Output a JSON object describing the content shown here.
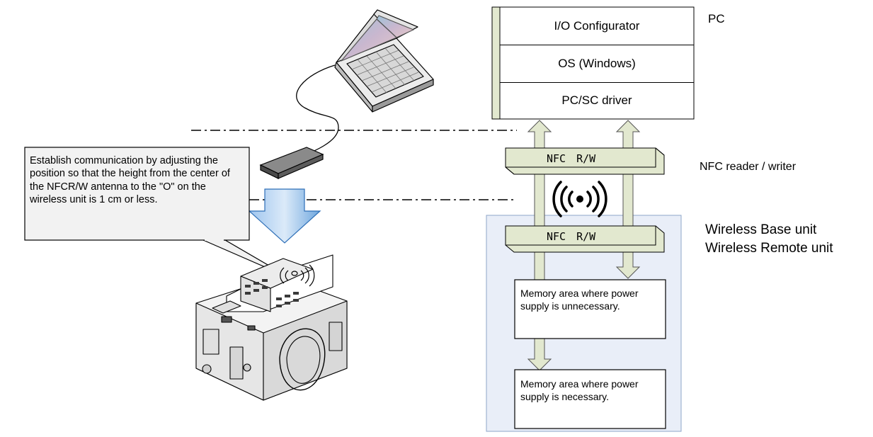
{
  "pc": {
    "label": "PC",
    "layers": [
      "I/O Configurator",
      "OS (Windows)",
      "PC/SC driver"
    ]
  },
  "nfc_rw": {
    "top_label": "NFC　R/W",
    "bottom_label": "NFC　R/W",
    "side_label": "NFC reader / writer"
  },
  "wireless": {
    "line1": "Wireless Base unit",
    "line2": "Wireless Remote unit"
  },
  "memory": {
    "box1": "Memory area where power supply is unnecessary.",
    "box2": "Memory area where power supply is necessary."
  },
  "callout": {
    "text": "Establish communication by adjusting the position so that the height from the center of the NFCR/W antenna to the \"O\" on the wireless unit is 1 cm or less."
  },
  "colors": {
    "arrow_fill": "#e2e8cf",
    "rw_fill": "#e2e8cf",
    "wireless_bg": "#e9eef8",
    "callout_bg": "#f2f2f2",
    "blue_arrow": "#5b9bd5"
  },
  "icons": [
    "laptop-icon",
    "nfc-reader-icon",
    "wireless-signal-icon",
    "wireless-unit-icon"
  ]
}
